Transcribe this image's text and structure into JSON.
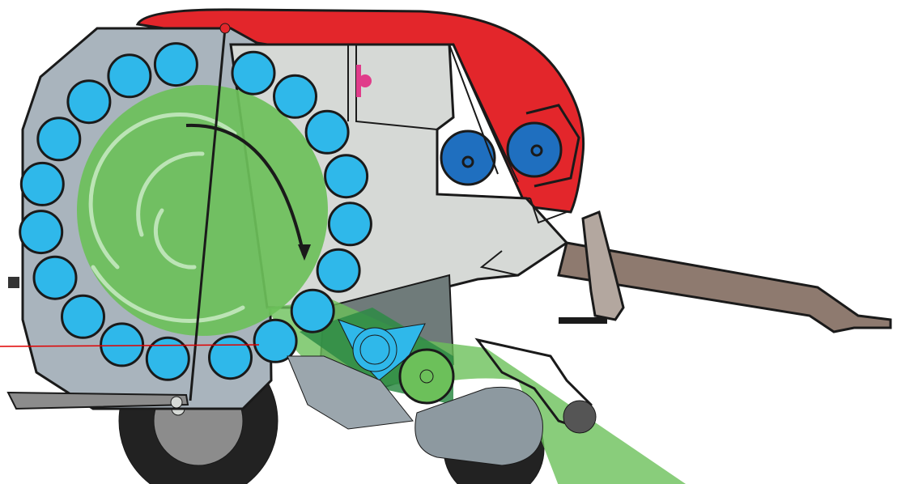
{
  "diagram": {
    "kind": "round-baler-cross-section",
    "labels": [],
    "colors": {
      "background": "#ffffff",
      "outline": "#1a1a1a",
      "housing_grey": "#a9b4bd",
      "body_light": "#d6d9d6",
      "cover_red": "#e3262b",
      "roller_blue": "#2fb8ea",
      "knife_blue": "#1f6fbf",
      "crop_green": "#6cc05a",
      "crop_green_dark": "#2e8b45",
      "drawbar_brown": "#8e7a6f",
      "wheel_dark": "#222222",
      "wheel_hub": "#8c8c8c",
      "hydraulic_red": "#e00000"
    },
    "chamber_roller_count": 19,
    "arrow_direction": "clockwise"
  }
}
